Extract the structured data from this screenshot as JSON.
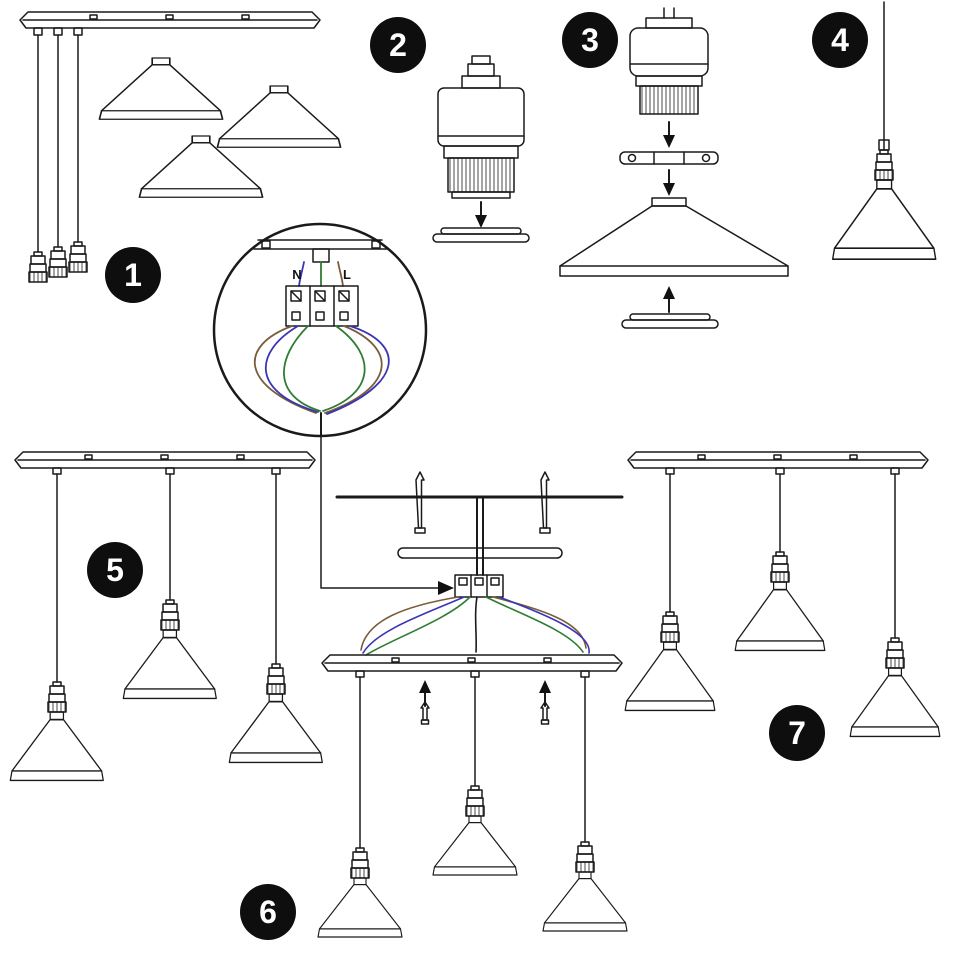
{
  "steps": [
    {
      "number": "1"
    },
    {
      "number": "2"
    },
    {
      "number": "3"
    },
    {
      "number": "4"
    },
    {
      "number": "5"
    },
    {
      "number": "6"
    },
    {
      "number": "7"
    }
  ],
  "wiring": {
    "neutral_label": "N",
    "live_label": "L",
    "wire_colors": {
      "blue": "#3a35b5",
      "green": "#2e7d32",
      "brown": "#7a5c3a",
      "black": "#1a1a1a"
    }
  },
  "colors": {
    "line": "#1a1a1a",
    "badge_bg": "#0e0e0e",
    "badge_text": "#ffffff",
    "background": "#ffffff"
  }
}
